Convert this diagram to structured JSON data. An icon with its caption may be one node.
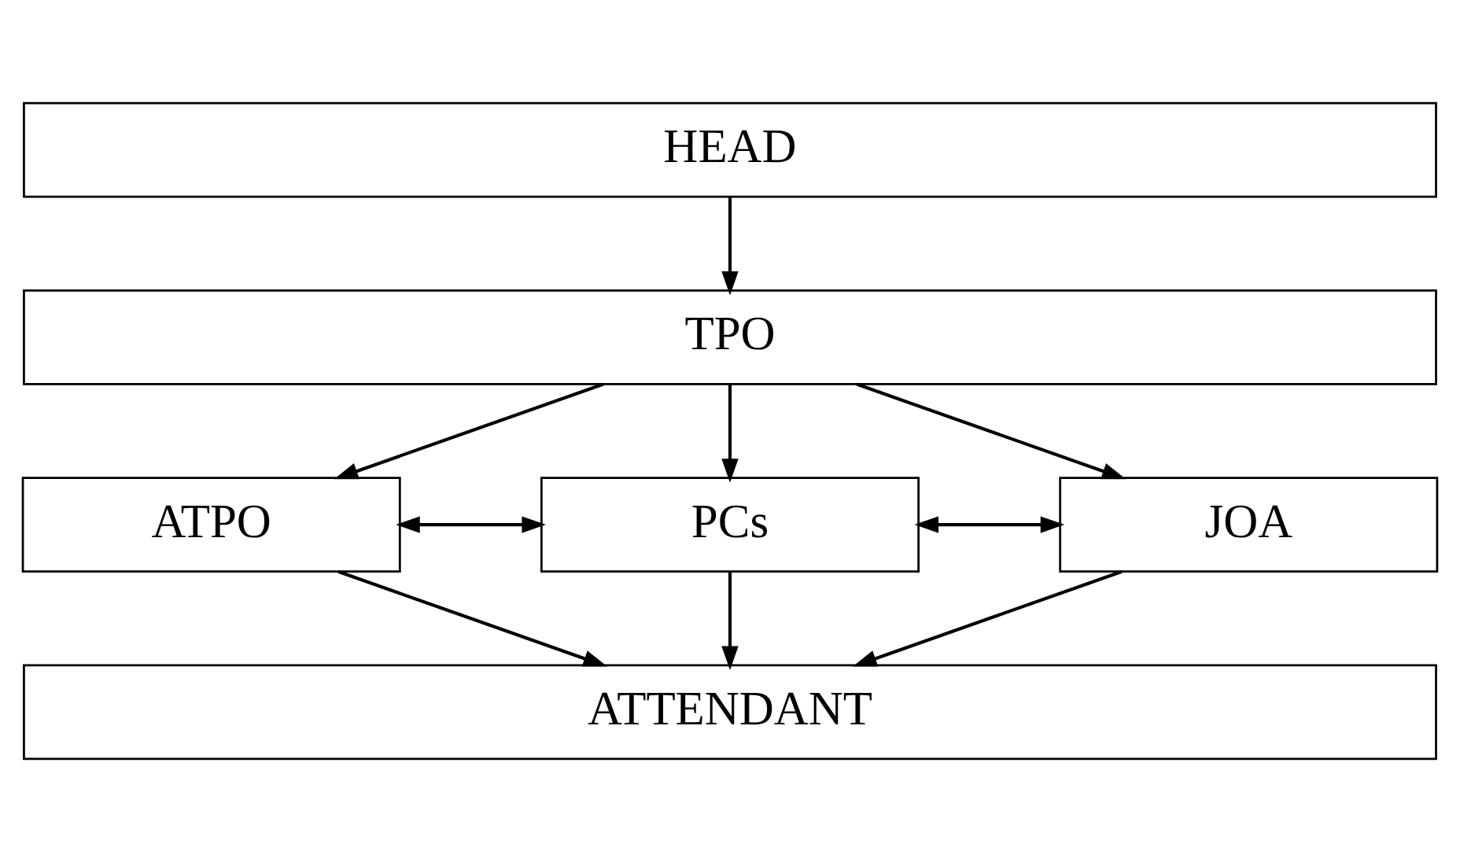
{
  "diagram": {
    "nodes": [
      {
        "text": [
          "HEAD"
        ]
      },
      {
        "text": [
          "TPO"
        ]
      },
      {
        "text": [
          "ATPO"
        ]
      },
      {
        "text": [
          "PCs"
        ]
      },
      {
        "text": [
          "JOA"
        ]
      },
      {
        "text": [
          "ATTENDANT"
        ]
      }
    ],
    "edges": [
      {
        "from": 0,
        "to": 1,
        "arrow": "to"
      },
      {
        "from": 1,
        "to": 2,
        "arrow": "to"
      },
      {
        "from": 1,
        "to": 3,
        "arrow": "to"
      },
      {
        "from": 1,
        "to": 4,
        "arrow": "to"
      },
      {
        "from": 2,
        "to": 3,
        "arrow": "both"
      },
      {
        "from": 3,
        "to": 4,
        "arrow": "both"
      },
      {
        "from": 2,
        "to": 5,
        "arrow": "to"
      },
      {
        "from": 3,
        "to": 5,
        "arrow": "to"
      },
      {
        "from": 4,
        "to": 5,
        "arrow": "to"
      }
    ]
  }
}
